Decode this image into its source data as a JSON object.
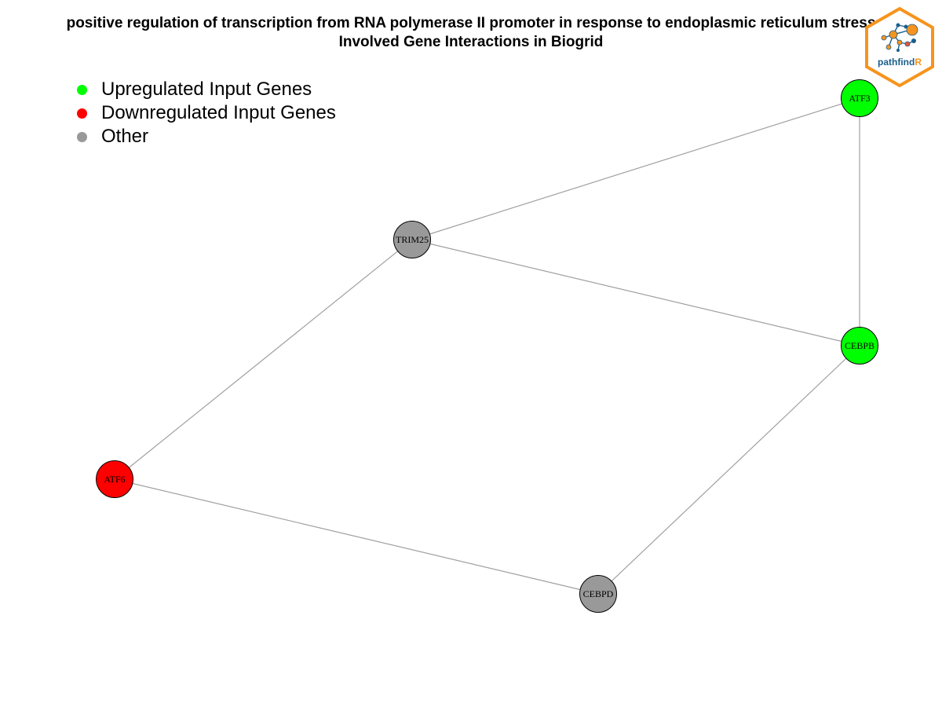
{
  "title": {
    "line1": "positive regulation of transcription from RNA polymerase II promoter in response to endoplasmic reticulum stress",
    "line2": "Involved Gene Interactions in Biogrid"
  },
  "legend": [
    {
      "label": "Upregulated Input Genes",
      "color": "#00FF00"
    },
    {
      "label": "Downregulated Input Genes",
      "color": "#FF0000"
    },
    {
      "label": "Other",
      "color": "#999999"
    }
  ],
  "graph": {
    "nodes": [
      {
        "id": "ATF3",
        "label": "ATF3",
        "group": "up",
        "color": "#00FF00"
      },
      {
        "id": "TRIM25",
        "label": "TRIM25",
        "group": "other",
        "color": "#999999"
      },
      {
        "id": "CEBPB",
        "label": "CEBPB",
        "group": "up",
        "color": "#00FF00"
      },
      {
        "id": "ATF6",
        "label": "ATF6",
        "group": "down",
        "color": "#FF0000"
      },
      {
        "id": "CEBPD",
        "label": "CEBPD",
        "group": "other",
        "color": "#999999"
      }
    ],
    "edges": [
      {
        "source": "TRIM25",
        "target": "ATF3"
      },
      {
        "source": "ATF3",
        "target": "CEBPB"
      },
      {
        "source": "TRIM25",
        "target": "CEBPB"
      },
      {
        "source": "TRIM25",
        "target": "ATF6"
      },
      {
        "source": "ATF6",
        "target": "CEBPD"
      },
      {
        "source": "CEBPB",
        "target": "CEBPD"
      }
    ],
    "edge_color": "#A0A0A0"
  },
  "logo": {
    "text_prefix": "pathfind",
    "text_suffix": "R",
    "border_color": "#F7941D",
    "text_color": "#1B5E8C"
  }
}
